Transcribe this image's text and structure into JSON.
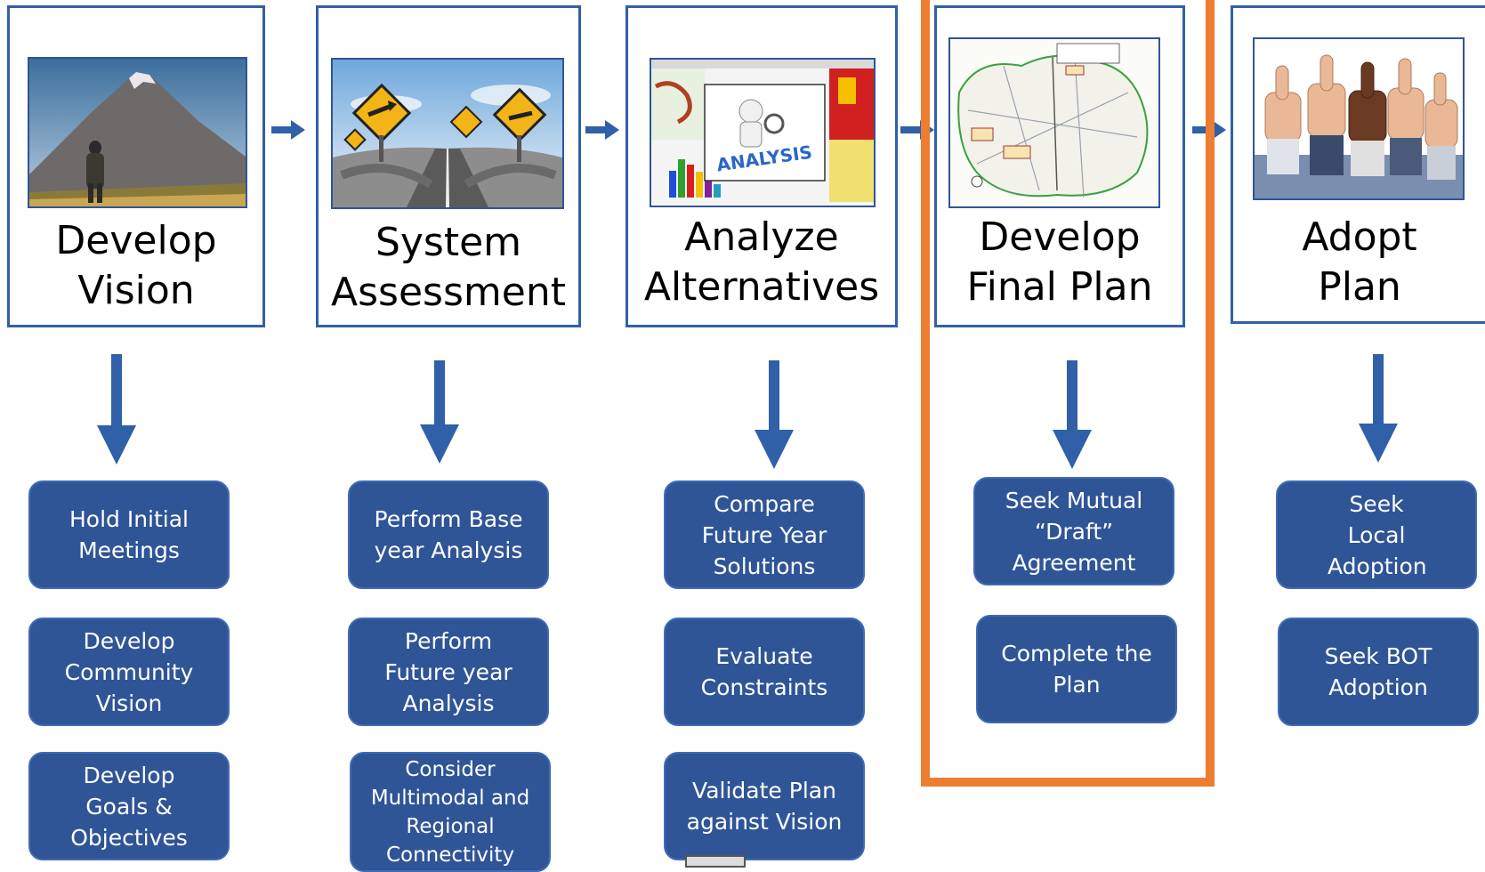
{
  "stages": [
    {
      "title_line1": "Develop",
      "title_line2": "Vision",
      "image": "mountain-hiker-image"
    },
    {
      "title_line1": "System",
      "title_line2": "Assessment",
      "image": "road-signs-image"
    },
    {
      "title_line1": "Analyze",
      "title_line2": "Alternatives",
      "image": "analysis-screens-image",
      "image_text": "ANALYSIS"
    },
    {
      "title_line1": "Develop",
      "title_line2": "Final Plan",
      "image": "map-image"
    },
    {
      "title_line1": "Adopt",
      "title_line2": "Plan",
      "image": "thumbs-up-image"
    }
  ],
  "tasks": {
    "vision": [
      "Hold Initial Meetings",
      "Develop Community Vision",
      "Develop Goals & Objectives"
    ],
    "assessment": [
      "Perform Base year Analysis",
      "Perform Future year Analysis",
      "Consider Multimodal and Regional Connectivity"
    ],
    "alternatives": [
      "Compare Future Year Solutions",
      "Evaluate Constraints",
      "Validate Plan against Vision"
    ],
    "final_plan": [
      "Seek Mutual “Draft” Agreement",
      "Complete the Plan"
    ],
    "adopt": [
      "Seek Local Adoption",
      "Seek BOT Adoption"
    ]
  },
  "colors": {
    "stage_border": "#3060a8",
    "task_fill": "#2f5597",
    "highlight": "#ed7d31"
  }
}
